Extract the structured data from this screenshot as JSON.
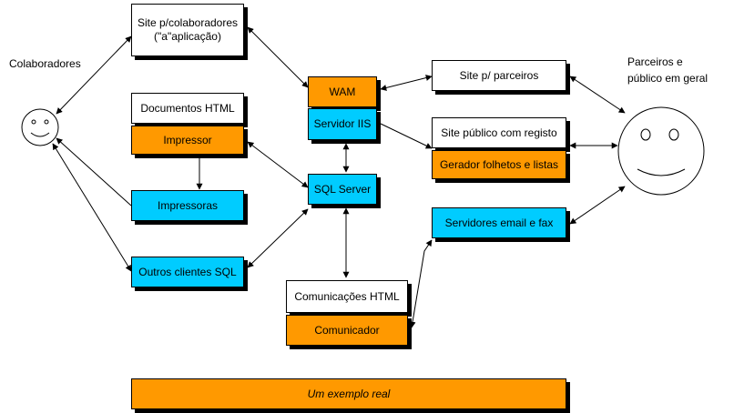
{
  "actors": {
    "colaboradores": "Colaboradores",
    "parceiros_line1": "Parceiros e",
    "parceiros_line2": "público em geral"
  },
  "boxes": {
    "site_colab_line1": "Site p/colaboradores",
    "site_colab_line2": "(\"a\"aplicação)",
    "documentos_html": "Documentos HTML",
    "impressor": "Impressor",
    "impressoras": "Impressoras",
    "outros_clientes": "Outros clientes SQL",
    "wam": "WAM",
    "servidor_iis": "Servidor IIS",
    "sql_server": "SQL Server",
    "comunicacoes_html": "Comunicações HTML",
    "comunicador": "Comunicador",
    "site_parceiros": "Site p/ parceiros",
    "site_publico": "Site público com registo",
    "gerador": "Gerador folhetos e listas",
    "servidores_email": "Servidores email e fax",
    "caption": "Um exemplo real"
  },
  "colors": {
    "orange": "#ff9900",
    "cyan": "#00ccff",
    "white": "#ffffff",
    "border": "#000000"
  }
}
